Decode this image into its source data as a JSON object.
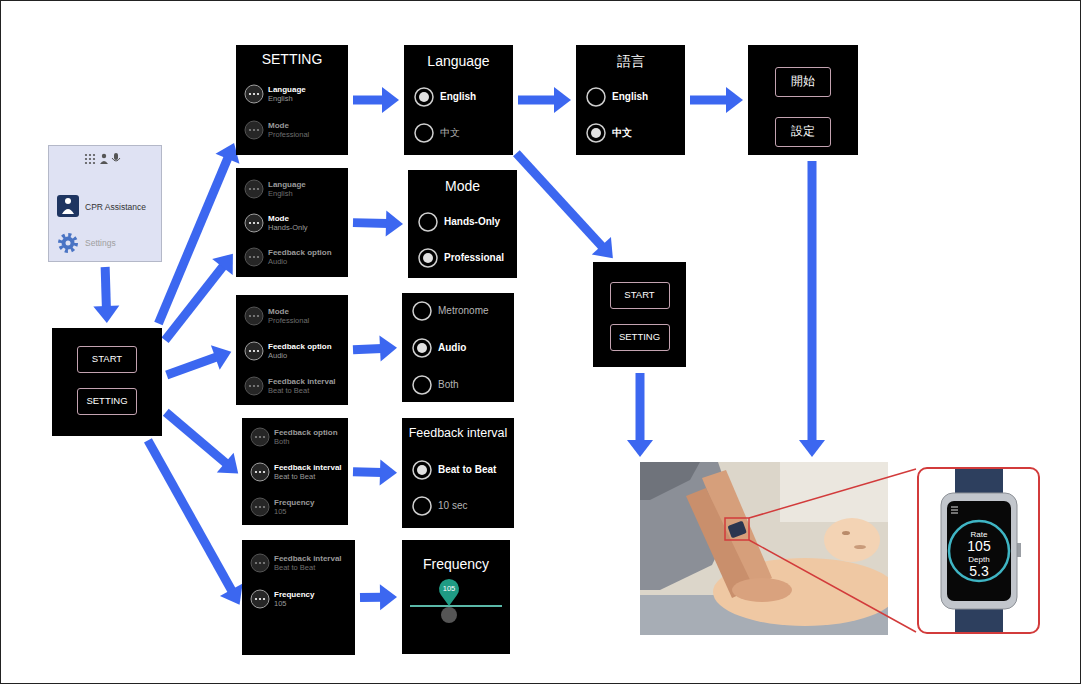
{
  "diagram": {
    "nodes": [
      {
        "text": [
          "CPR Assistance",
          "Settings"
        ]
      },
      {
        "text": [
          "START",
          "SETTING"
        ]
      },
      {
        "text": [
          "SETTING",
          "Language",
          "English",
          "Mode",
          "Professional"
        ]
      },
      {
        "text": [
          "Language",
          "English",
          "Mode",
          "Hands-Only",
          "Feedback option",
          "Audio"
        ]
      },
      {
        "text": [
          "Mode",
          "Professional",
          "Feedback option",
          "Audio",
          "Feedback interval",
          "Beat to Beat"
        ]
      },
      {
        "text": [
          "Feedback option",
          "Both",
          "Feedback interval",
          "Beat to Beat",
          "Frequency",
          "105"
        ]
      },
      {
        "text": [
          "Feedback interval",
          "Beat to Beat",
          "Frequency",
          "105"
        ]
      },
      {
        "text": [
          "Language",
          "English",
          "中文"
        ]
      },
      {
        "text": [
          "Mode",
          "Hands-Only",
          "Professional"
        ]
      },
      {
        "text": [
          "Metronome",
          "Audio",
          "Both"
        ]
      },
      {
        "text": [
          "Feedback interval",
          "Beat to Beat",
          "10 sec"
        ]
      },
      {
        "text": [
          "Frequency",
          "105"
        ]
      },
      {
        "text": [
          "語言",
          "English",
          "中文"
        ]
      },
      {
        "text": [
          "開始",
          "設定"
        ]
      },
      {
        "text": [
          "START",
          "SETTING"
        ]
      },
      {
        "text": [
          "Rate",
          "105",
          "Depth",
          "5.3"
        ]
      }
    ],
    "edges": [
      {
        "from": 0,
        "to": 1,
        "arrow": "to"
      },
      {
        "from": 1,
        "to": 2,
        "arrow": "to"
      },
      {
        "from": 1,
        "to": 3,
        "arrow": "to"
      },
      {
        "from": 1,
        "to": 4,
        "arrow": "to"
      },
      {
        "from": 1,
        "to": 5,
        "arrow": "to"
      },
      {
        "from": 1,
        "to": 6,
        "arrow": "to"
      },
      {
        "from": 2,
        "to": 7,
        "arrow": "to"
      },
      {
        "from": 3,
        "to": 8,
        "arrow": "to"
      },
      {
        "from": 4,
        "to": 9,
        "arrow": "to"
      },
      {
        "from": 5,
        "to": 10,
        "arrow": "to"
      },
      {
        "from": 6,
        "to": 11,
        "arrow": "to"
      },
      {
        "from": 7,
        "to": 12,
        "arrow": "to"
      },
      {
        "from": 7,
        "to": 14,
        "arrow": "to"
      },
      {
        "from": 12,
        "to": 13,
        "arrow": "to"
      }
    ]
  }
}
